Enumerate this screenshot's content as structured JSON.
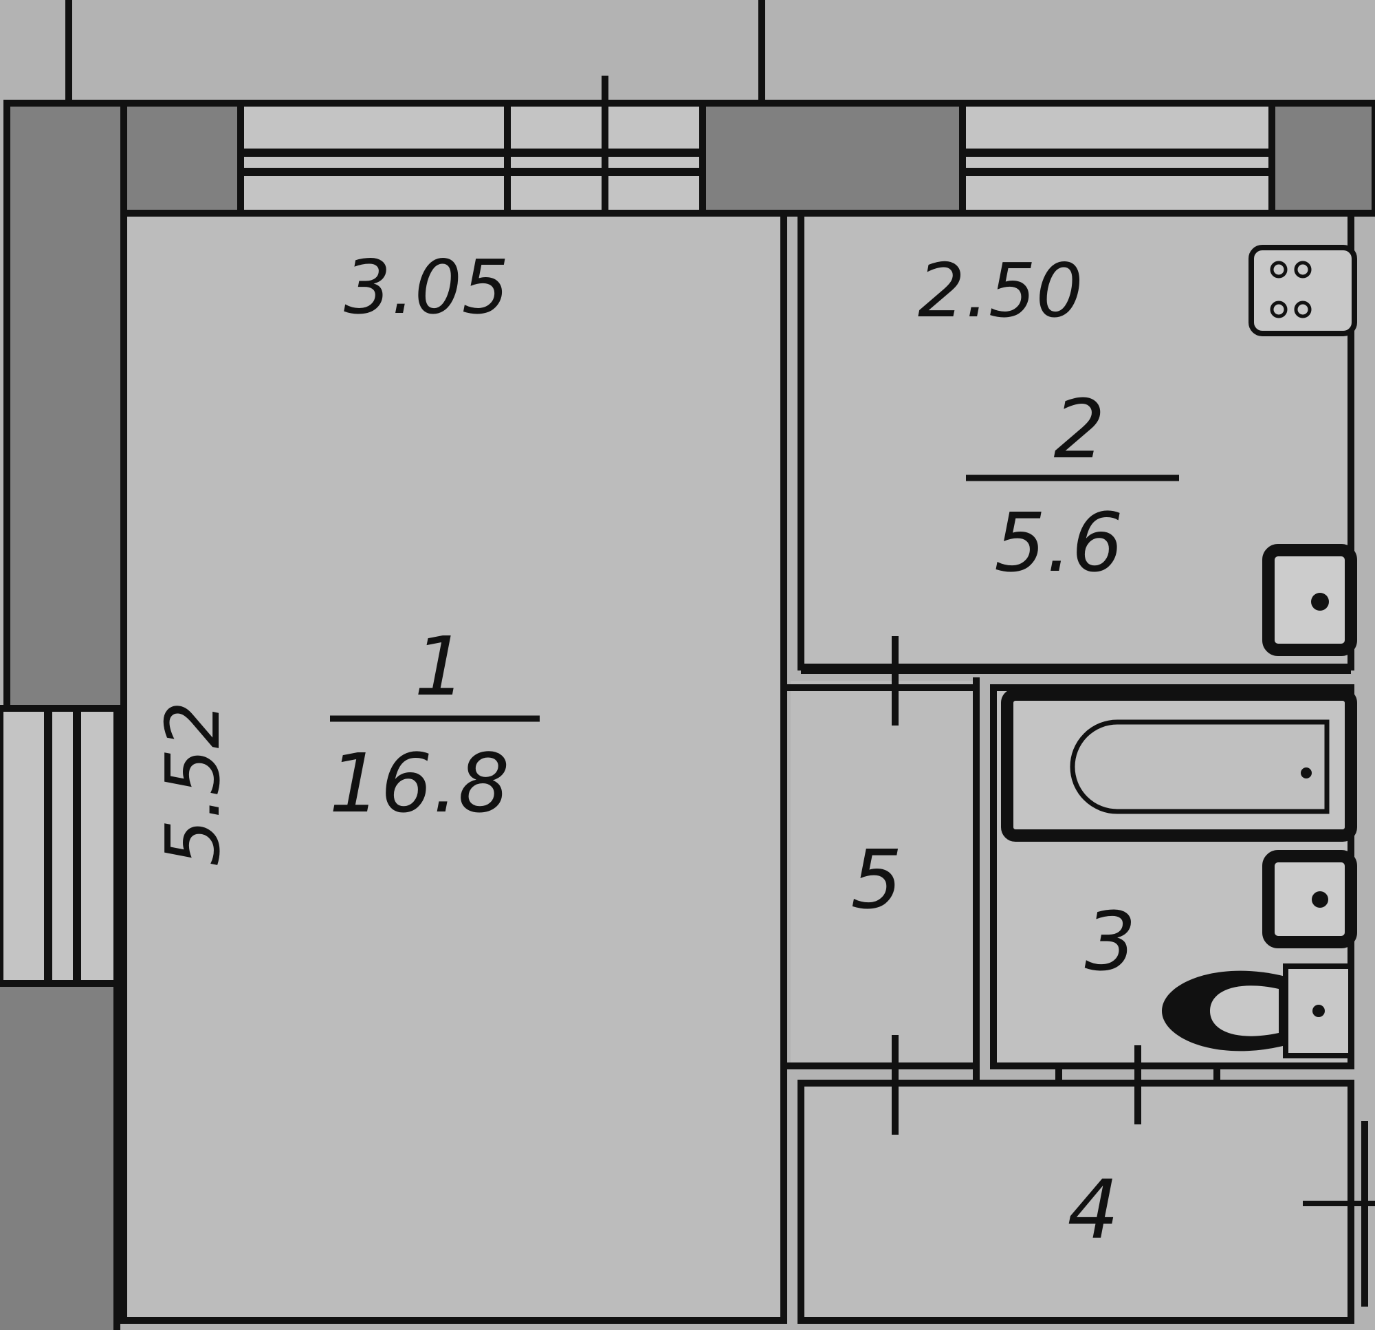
{
  "colors": {
    "background": "#b3b3b3",
    "room_floor": "#bcbcbc",
    "wall_fill": "#808080",
    "line": "#111111"
  },
  "dimensions": {
    "width_room1": "3.05",
    "width_room2": "2.50",
    "length_room1": "5.52"
  },
  "rooms": [
    {
      "number": "1",
      "area": "16.8"
    },
    {
      "number": "2",
      "area": "5.6"
    },
    {
      "number": "3"
    },
    {
      "number": "4"
    },
    {
      "number": "5"
    }
  ],
  "fixtures": [
    "stove-icon",
    "sink-icon",
    "bathtub-icon",
    "toilet-icon"
  ]
}
